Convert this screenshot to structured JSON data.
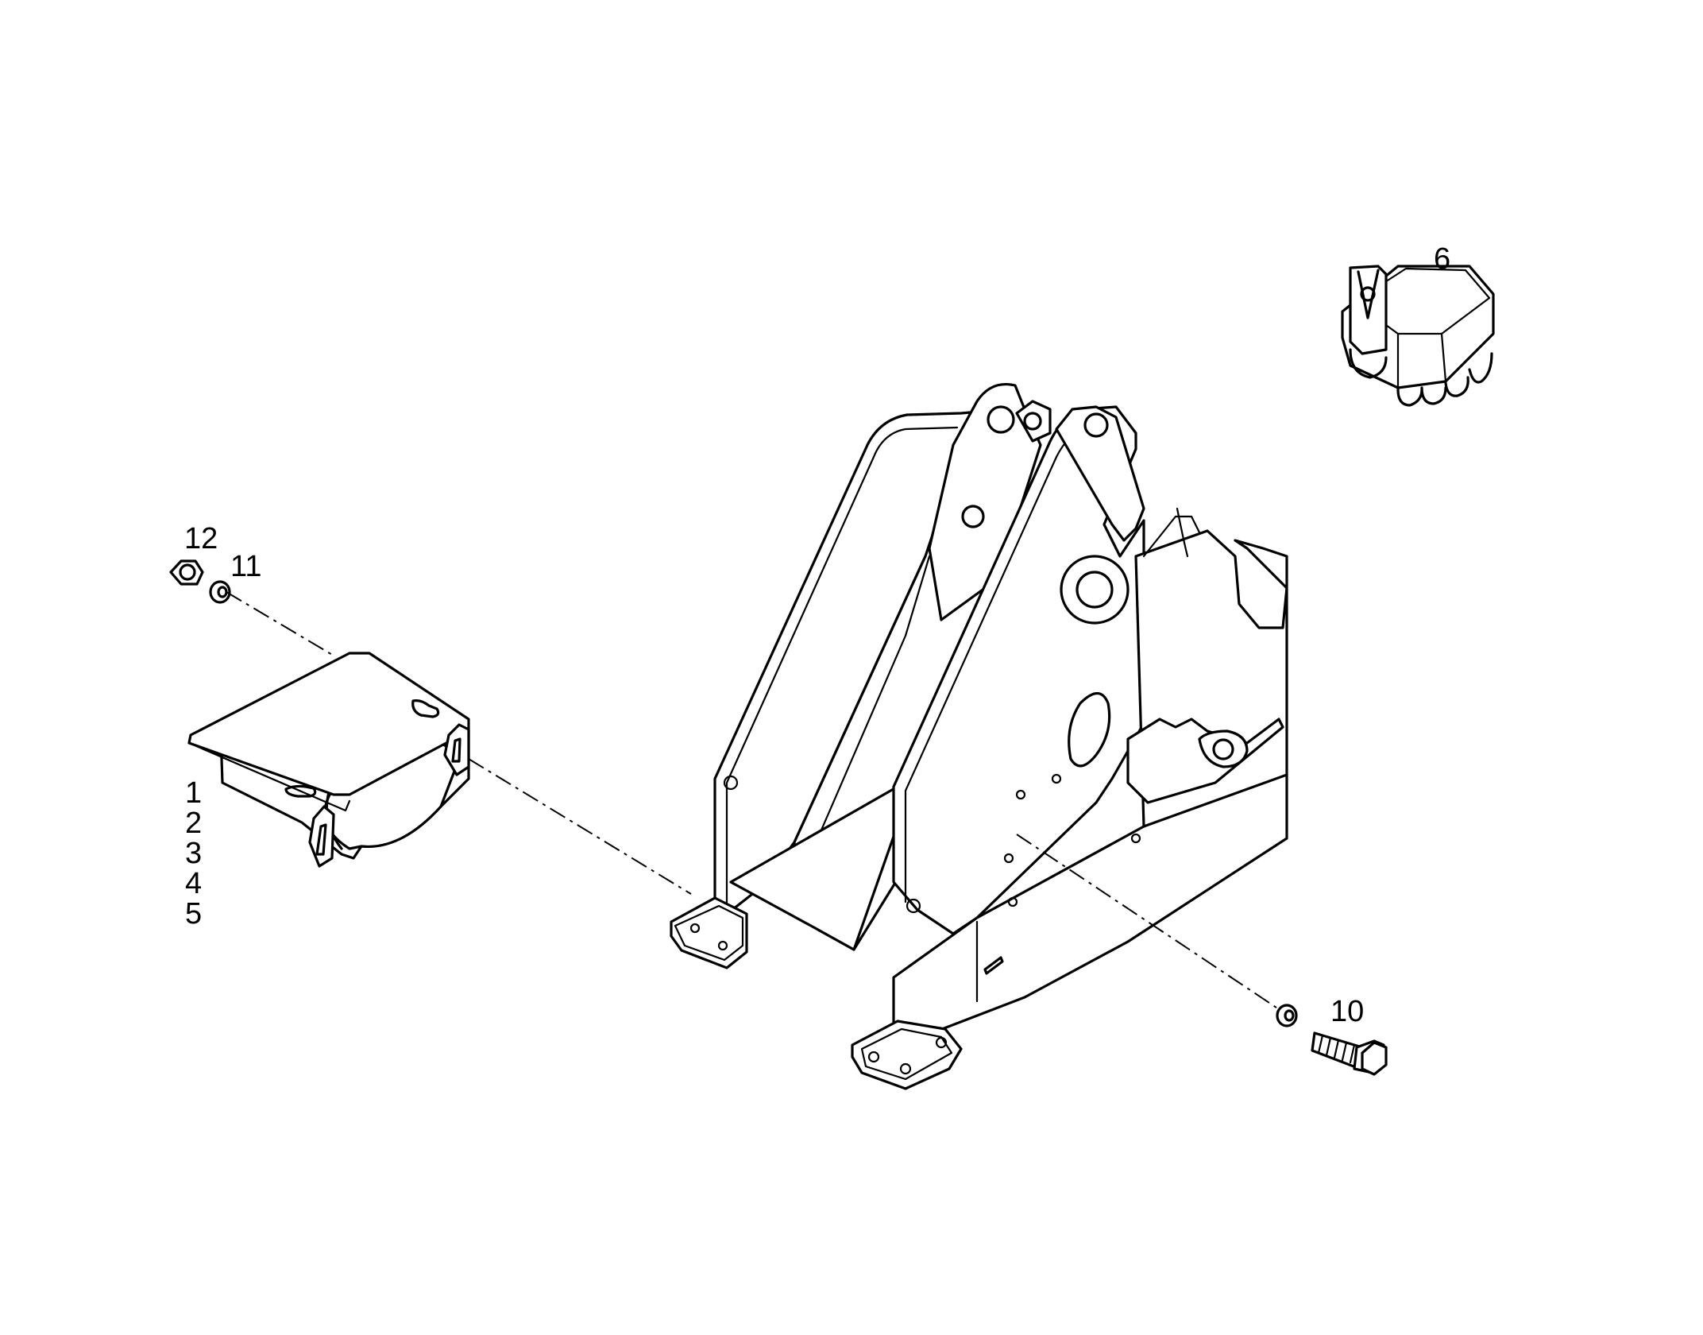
{
  "callouts": {
    "c1": "1",
    "c2": "2",
    "c3": "3",
    "c4": "4",
    "c5": "5",
    "c6": "6",
    "c10": "10",
    "c11": "11",
    "c12": "12"
  },
  "colors": {
    "line": "#000000",
    "background": "#ffffff"
  }
}
